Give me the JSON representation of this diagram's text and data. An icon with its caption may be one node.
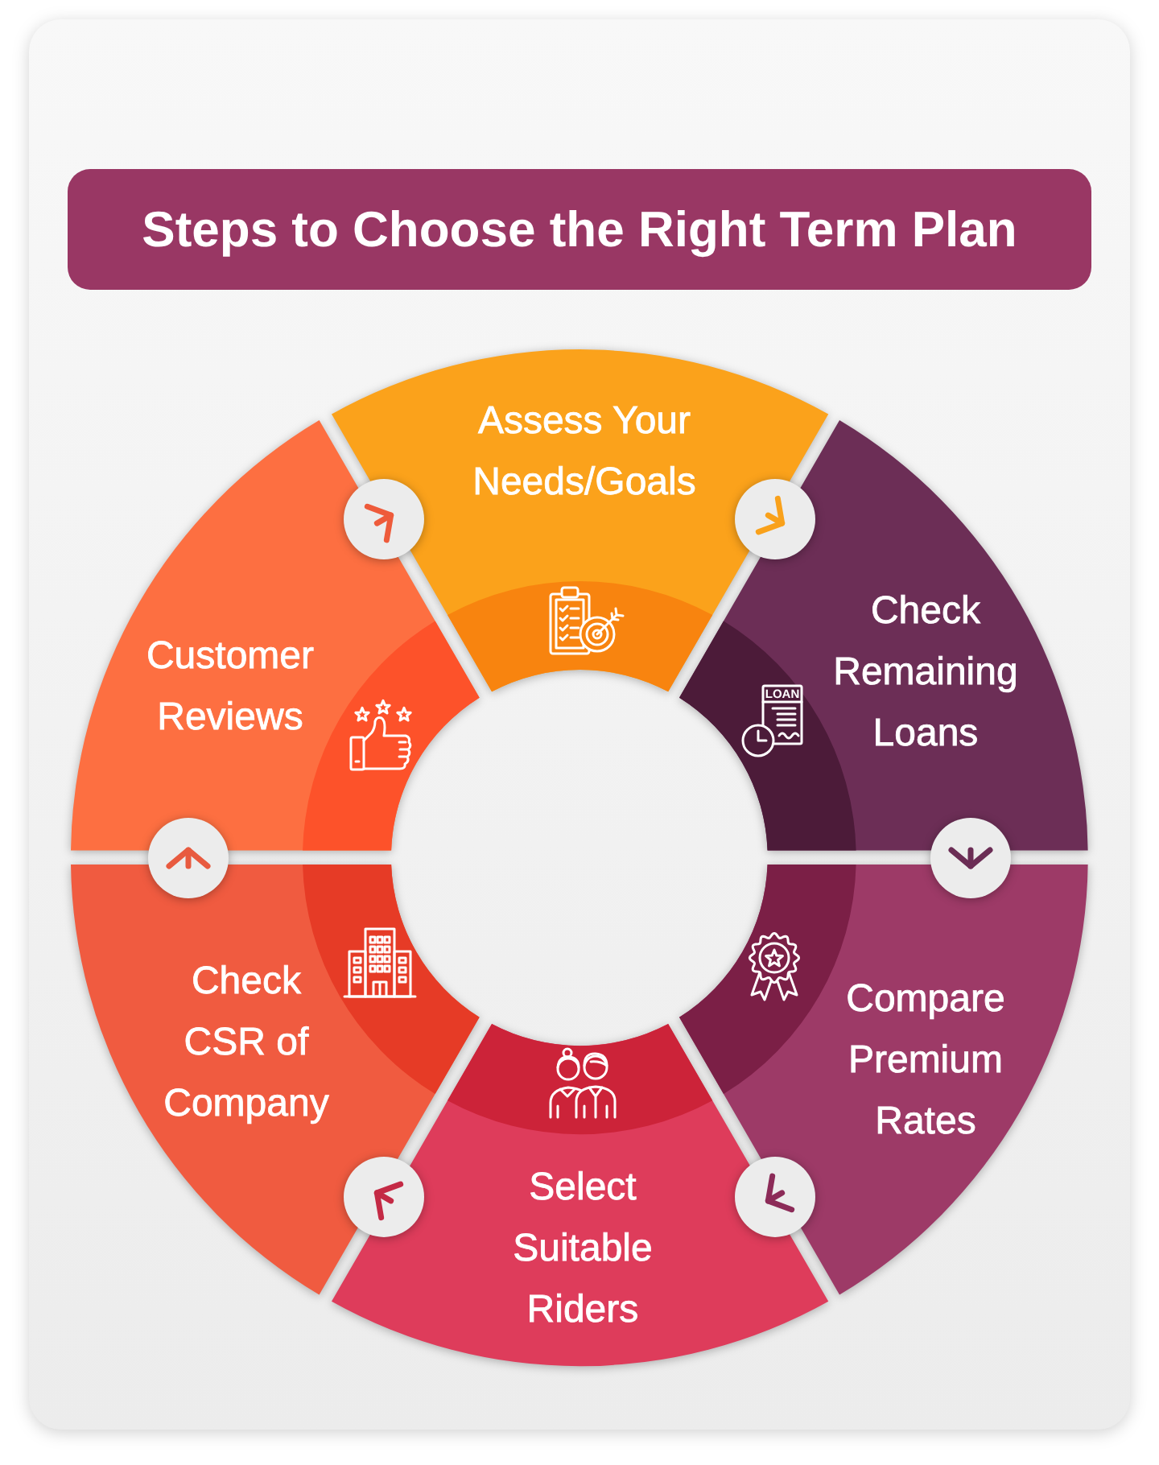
{
  "diagram": {
    "title": "Steps to Choose the Right Term Plan",
    "nodes": [
      {
        "text": [
          "Assess Your Needs/Goals"
        ]
      },
      {
        "text": [
          "LOAN",
          "Check Remaining Loans"
        ]
      },
      {
        "text": [
          "Compare Premium Rates"
        ]
      },
      {
        "text": [
          "Select Suitable Riders"
        ]
      },
      {
        "text": [
          "Check CSR of Company"
        ]
      },
      {
        "text": [
          "Customer Reviews"
        ]
      }
    ],
    "edges": [
      {
        "from": 0,
        "to": 1,
        "arrow": "to",
        "color": "#f9a11b"
      },
      {
        "from": 1,
        "to": 2,
        "arrow": "to",
        "color": "#6b2d55"
      },
      {
        "from": 2,
        "to": 3,
        "arrow": "to",
        "color": "#8c2b58"
      },
      {
        "from": 3,
        "to": 4,
        "arrow": "to",
        "color": "#c42a45"
      },
      {
        "from": 4,
        "to": 5,
        "arrow": "to",
        "color": "#e85a3f"
      },
      {
        "from": 5,
        "to": 0,
        "arrow": "to",
        "color": "#ee5b3b"
      }
    ]
  }
}
